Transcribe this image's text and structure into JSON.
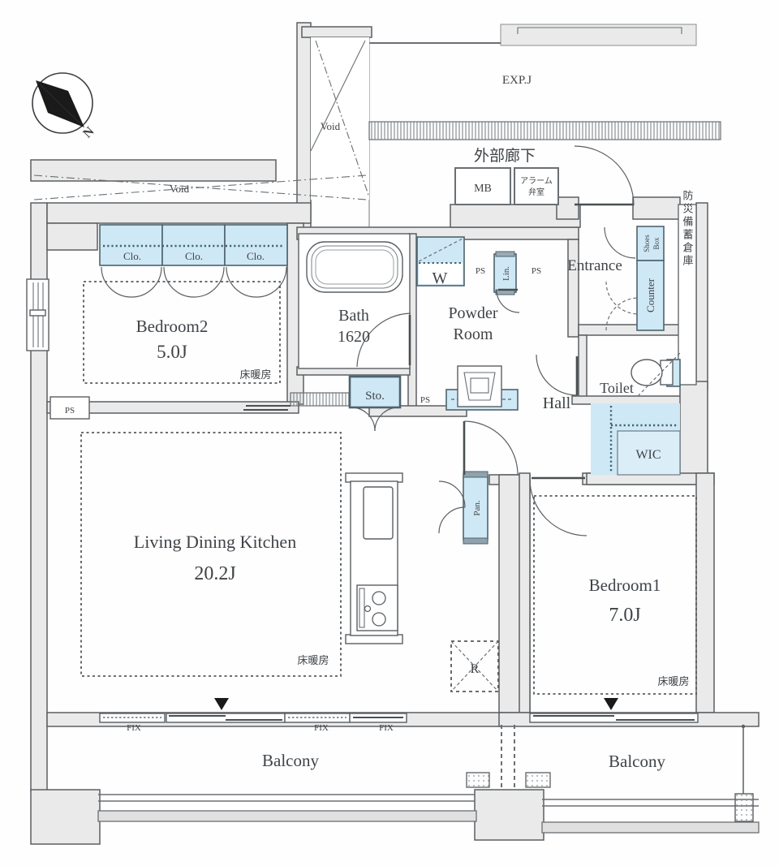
{
  "compass": {
    "north_label": "N"
  },
  "exterior": {
    "expansion_joint": "EXP.J",
    "outer_corridor": "外部廊下",
    "meter_box": "MB",
    "alarm_valve_line1": "アラーム",
    "alarm_valve_line2": "弁室",
    "void_shaft": "Void",
    "void_band": "Void",
    "disaster_stock_storage": "防災備蓄倉庫"
  },
  "rooms": {
    "entrance": "Entrance",
    "hall": "Hall",
    "toilet": "Toilet",
    "powder_line1": "Powder",
    "powder_line2": "Room",
    "bath": "Bath",
    "bath_size": "1620",
    "bedroom2": "Bedroom2",
    "bedroom2_size": "5.0J",
    "bedroom1": "Bedroom1",
    "bedroom1_size": "7.0J",
    "ldk": "Living Dining Kitchen",
    "ldk_size": "20.2J",
    "wic": "WIC",
    "balcony_left": "Balcony",
    "balcony_right": "Balcony"
  },
  "fixtures": {
    "closet1": "Clo.",
    "closet2": "Clo.",
    "closet3": "Clo.",
    "washer": "W",
    "linen": "Lin.",
    "storage": "Sto.",
    "pantry": "Pan.",
    "shoes_line1": "Shoes",
    "shoes_line2": "Box",
    "counter": "Counter",
    "refrigerator": "R"
  },
  "annotations": {
    "floor_heating_bedroom2": "床暖房",
    "floor_heating_ldk": "床暖房",
    "floor_heating_bedroom1": "床暖房",
    "ps_powder_left": "PS",
    "ps_powder_right": "PS",
    "ps_hall": "PS",
    "ps_bedroom2": "PS",
    "fix_window1": "FIX",
    "fix_window2": "FIX",
    "fix_window3": "FIX"
  },
  "colors": {
    "fixture_blue": "#cfe8f5",
    "wall_gray": "#eaeaea",
    "outline": "#5a5f63"
  }
}
